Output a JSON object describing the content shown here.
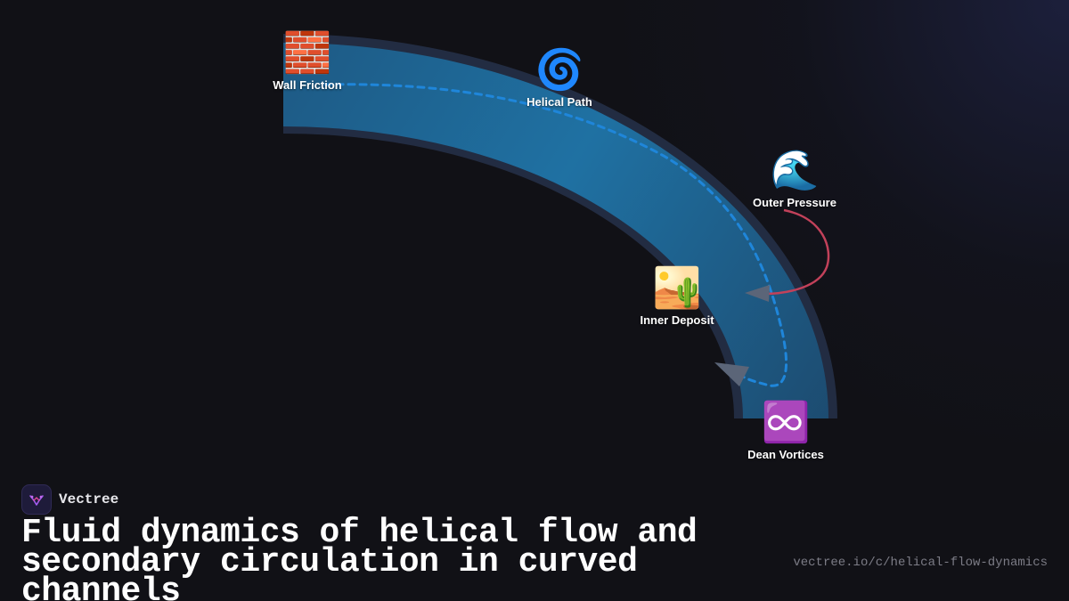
{
  "diagram": {
    "nodes": [
      {
        "id": "wall-friction",
        "emoji": "🧱",
        "label": "Wall Friction"
      },
      {
        "id": "helical-path",
        "emoji": "🌀",
        "label": "Helical Path"
      },
      {
        "id": "outer-pressure",
        "emoji": "🌊",
        "label": "Outer Pressure"
      },
      {
        "id": "inner-deposit",
        "emoji": "🏜️",
        "label": "Inner Deposit"
      },
      {
        "id": "dean-vortices",
        "emoji": "♾️",
        "label": "Dean Vortices"
      }
    ],
    "colors": {
      "channel_fill": "#1f6f9e",
      "channel_border": "#24324a",
      "helical_path": "#1e7fd0",
      "outer_pressure_arrow": "#c2415a",
      "arrowhead": "#5b6578"
    }
  },
  "brand": {
    "name": "Vectree",
    "logo_icon": "vectree-logo-icon"
  },
  "title": "Fluid dynamics of helical flow and secondary circulation in curved channels",
  "url": "vectree.io/c/helical-flow-dynamics"
}
